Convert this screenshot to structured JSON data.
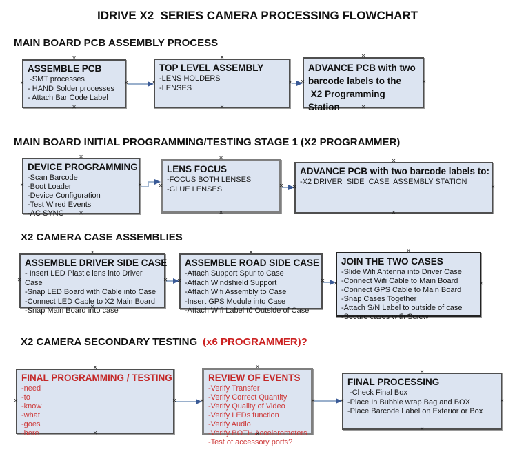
{
  "title": "IDRIVE X2  SERIES CAMERA PROCESSING FLOWCHART",
  "sections": {
    "s1": {
      "heading": "MAIN BOARD PCB ASSEMBLY PROCESS"
    },
    "s2": {
      "heading": "MAIN BOARD INITIAL PROGRAMMING/TESTING STAGE 1 (X2 PROGRAMMER)"
    },
    "s3": {
      "heading": "X2 CAMERA CASE ASSEMBLIES"
    },
    "s4": {
      "heading": "X2 CAMERA SECONDARY TESTING",
      "heading_red": "(x6 PROGRAMMER)?"
    }
  },
  "boxes": {
    "b1": {
      "title": "ASSEMBLE PCB",
      "items": [
        " -SMT processes",
        "- HAND Solder processes",
        "- Attach Bar Code Label"
      ]
    },
    "b2": {
      "title": "TOP LEVEL ASSEMBLY",
      "items": [
        "-LENS HOLDERS",
        "-LENSES"
      ]
    },
    "b3": {
      "title": "",
      "items": [
        "ADVANCE PCB with two",
        "barcode labels to the",
        " X2 Programming Station"
      ]
    },
    "b4": {
      "title": "DEVICE PROGRAMMING",
      "items": [
        "-Scan Barcode",
        "-Boot Loader",
        "-Device Configuration",
        "-Test Wired Events",
        "-AC SYNC"
      ]
    },
    "b5": {
      "title": "LENS FOCUS",
      "items": [
        "-FOCUS BOTH LENSES",
        "-GLUE LENSES"
      ]
    },
    "b6": {
      "title": "ADVANCE PCB with two barcode labels to:",
      "items": [
        "-X2 DRIVER  SIDE  CASE  ASSEMBLY STATION"
      ]
    },
    "b7": {
      "title": "ASSEMBLE DRIVER SIDE CASE",
      "items": [
        "- Insert LED Plastic lens into Driver Case",
        "-Snap LED Board with Cable into Case",
        "-Connect LED Cable to X2 Main Board",
        "-Snap Main Board into case"
      ]
    },
    "b8": {
      "title": "ASSEMBLE ROAD SIDE CASE",
      "items": [
        "-Attach Support Spur to Case",
        "-Attach Windshield Support",
        "-Attach Wifi Assembly to Case",
        "-Insert GPS Module into Case",
        "-Attach Wifi Label to Outside of Case"
      ]
    },
    "b9": {
      "title": "JOIN THE TWO CASES",
      "items": [
        "-Slide Wifi Antenna into Driver Case",
        "-Connect Wifi Cable to Main Board",
        "-Connect GPS Cable to Main Board",
        "-Snap Cases Together",
        "-Attach S/N Label to outside of case",
        "-Secure cases with Screw"
      ]
    },
    "b10": {
      "title": "FINAL PROGRAMMING / TESTING",
      "items": [
        "-need",
        "-to",
        "-know",
        "-what",
        "-goes",
        "-here"
      ]
    },
    "b11": {
      "title": "REVIEW OF EVENTS",
      "items": [
        "-Verify Transfer",
        "-Verify Correct Quantity",
        "-Verify Quality of Video",
        "-Verify LEDs function",
        "-Verify Audio",
        "-Verify BOTH Accelerometers",
        "-Test of accessory ports?"
      ]
    },
    "b12": {
      "title": "FINAL PROCESSING",
      "items": [
        " -Check Final Box",
        "-Place In Bubble wrap Bag and BOX",
        "-Place Barcode Label on Exterior or Box"
      ]
    }
  },
  "colors": {
    "box_fill": "#dce4f1",
    "box_border": "#4f4f4f",
    "thick_border": "#7f7f7f",
    "red_title": "#c42828",
    "red_item": "#cd3b3b",
    "heading_red": "#cc2222",
    "arrow_line": "#9ab0cc",
    "arrow_head": "#3a5a96"
  }
}
